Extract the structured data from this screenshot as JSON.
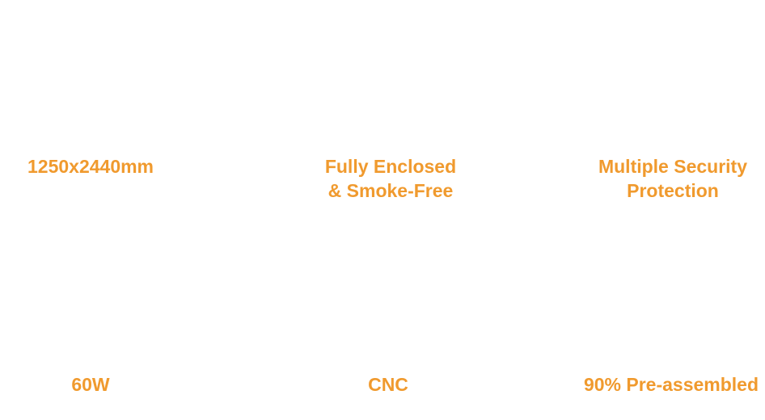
{
  "features": [
    {
      "lines": [
        "1250x2440mm"
      ]
    },
    {
      "lines": [
        "Fully Enclosed",
        "& Smoke-Free"
      ]
    },
    {
      "lines": [
        "Multiple Security",
        "Protection"
      ]
    },
    {
      "lines": [
        "60W"
      ]
    },
    {
      "lines": [
        "CNC"
      ]
    },
    {
      "lines": [
        "90% Pre-assembled"
      ]
    }
  ],
  "colors": {
    "accent": "#f09a2e",
    "background": "#ffffff"
  }
}
